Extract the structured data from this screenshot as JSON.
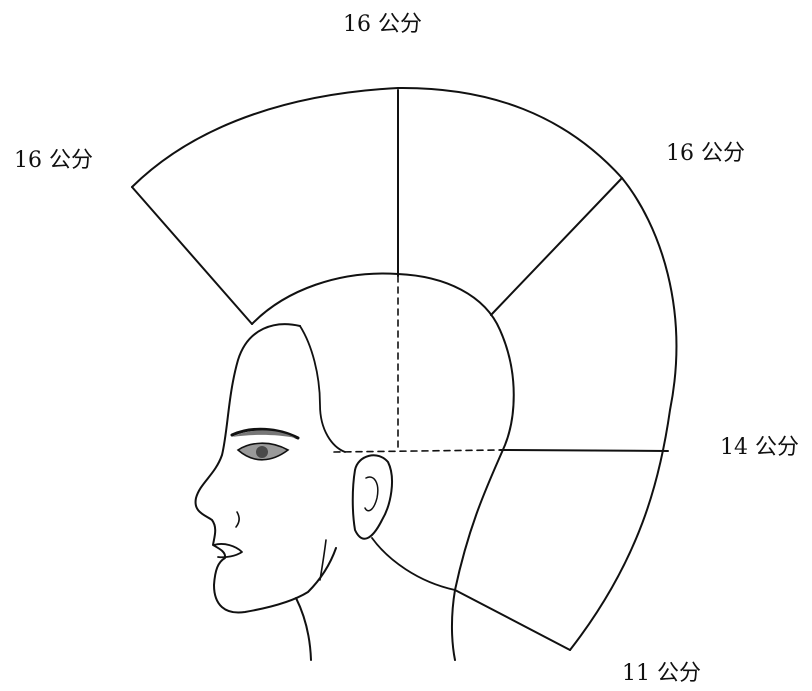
{
  "labels": {
    "top": "16 公分",
    "upper_left": "16 公分",
    "upper_right": "16 公分",
    "right": "14 公分",
    "bottom_right": "11 公分"
  }
}
